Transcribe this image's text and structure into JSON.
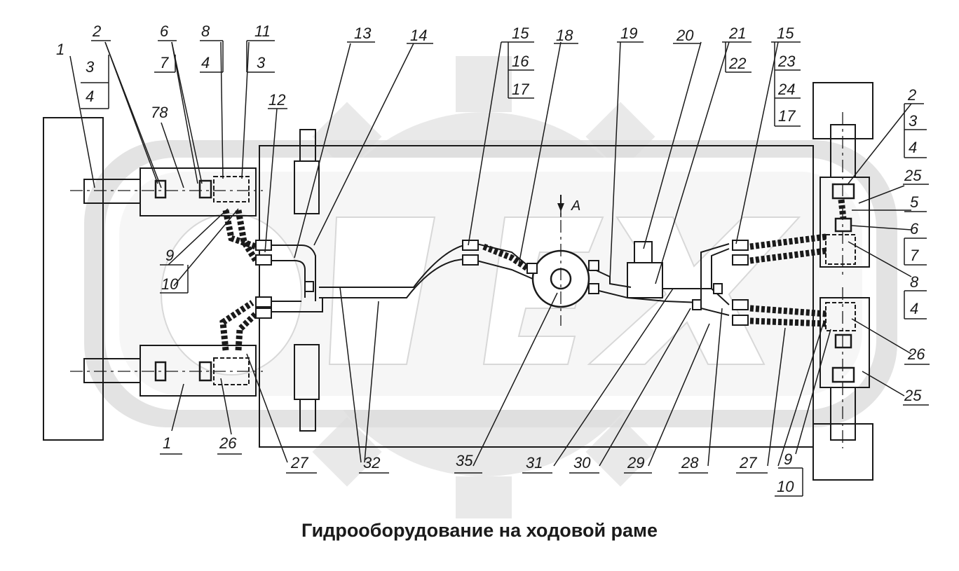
{
  "title": "Гидрооборудование на ходовой раме",
  "watermark": {
    "text": "OPEX",
    "color": "#e6e6e6"
  },
  "section_mark": "А",
  "labels": {
    "tl_1": "1",
    "tl_2": "2",
    "tl_3": "3",
    "tl_4": "4",
    "tl_6": "6",
    "tl_7": "7",
    "tl_8": "8",
    "tl_4b": "4",
    "tl_11": "11",
    "tl_3b": "3",
    "tl_78": "78",
    "tl_12": "12",
    "tl_13": "13",
    "tl_14": "14",
    "tl_9": "9",
    "tl_10": "10",
    "t_15": "15",
    "t_16": "16",
    "t_17": "17",
    "t_18": "18",
    "t_19": "19",
    "t_20": "20",
    "t_21": "21",
    "t_22": "22",
    "t_15b": "15",
    "t_23": "23",
    "t_24": "24",
    "t_17b": "17",
    "r_2": "2",
    "r_3": "3",
    "r_4": "4",
    "r_25": "25",
    "r_5": "5",
    "r_6": "6",
    "r_7": "7",
    "r_8": "8",
    "r_4b": "4",
    "r_26": "26",
    "r_25b": "25",
    "r_9": "9",
    "r_10": "10",
    "b_1": "1",
    "b_26": "26",
    "b_27": "27",
    "b_32": "32",
    "b_35": "35",
    "b_31": "31",
    "b_30": "30",
    "b_29": "29",
    "b_28": "28",
    "b_27b": "27"
  }
}
